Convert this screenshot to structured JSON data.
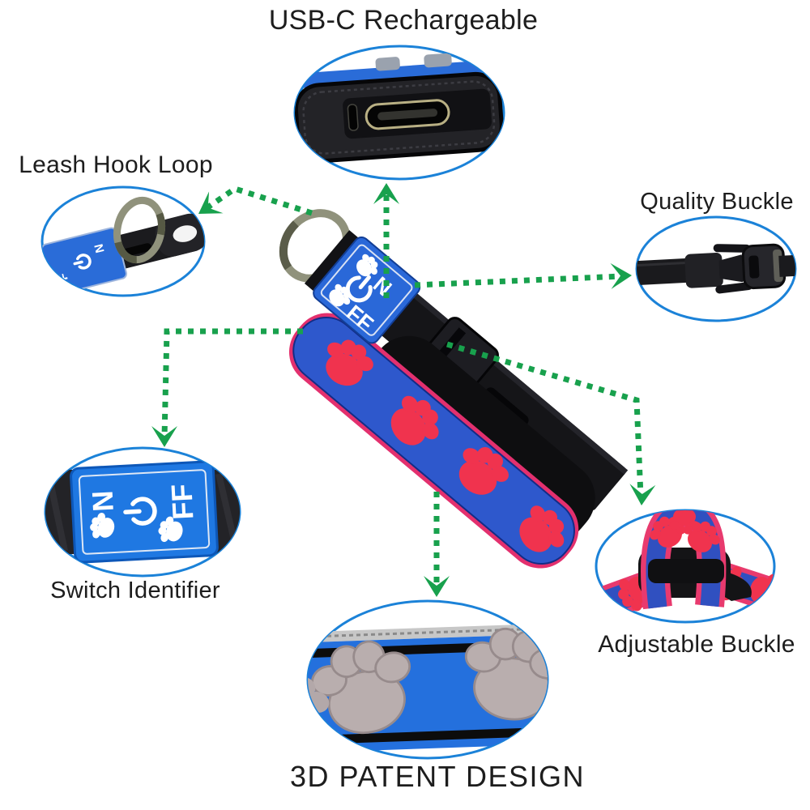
{
  "page": {
    "background": "#ffffff",
    "description": "LED dog collar feature infographic with six zoom callouts"
  },
  "callouts": [
    {
      "id": "usb",
      "label": "USB-C Rechargeable"
    },
    {
      "id": "leash",
      "label": "Leash Hook Loop"
    },
    {
      "id": "quality",
      "label": "Quality Buckle"
    },
    {
      "id": "switch",
      "label": "Switch Identifier"
    },
    {
      "id": "patent",
      "label": "3D PATENT DESIGN"
    },
    {
      "id": "adjustable",
      "label": "Adjustable Buckle"
    }
  ],
  "product": {
    "name": "LED paw-print dog collar",
    "collar_tag": {
      "on": "N",
      "off": "FF"
    },
    "switch_plate": {
      "on": "N",
      "off": "FF"
    }
  },
  "icons": [
    "power-icon",
    "paw-icon",
    "d-ring-icon",
    "usb-c-port-icon",
    "arrow-head-icon"
  ],
  "colors": {
    "callout_ring": "#1b82d8",
    "arrow_green": "#18a14d",
    "collar_blue": "#2e58cc",
    "tag_blue": "#2a6cd8",
    "switch_blue": "#1f78e2",
    "paw_red": "#f0334e",
    "trim_pink": "#e83a6e",
    "strap_black": "#151518",
    "metal_ring": "#90927c",
    "patent_paw_gray": "#b9aeae",
    "text": "#1d1d1d"
  }
}
